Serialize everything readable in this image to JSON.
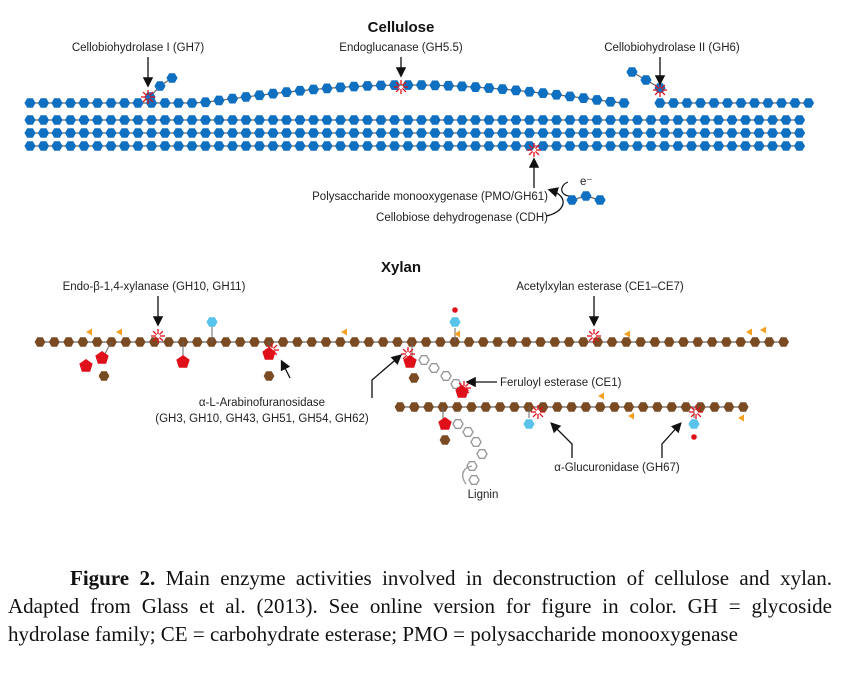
{
  "cellulose": {
    "title": "Cellulose",
    "enzymes": {
      "cbh1": "Cellobiohydrolase I (GH7)",
      "eg": "Endoglucanase (GH5.5)",
      "cbh2": "Cellobiohydrolase II (GH6)",
      "pmo": "Polysaccharide monooxygenase (PMO/GH61)",
      "cdh": "Cellobiose dehydrogenase (CDH)",
      "electron": "e⁻"
    }
  },
  "xylan": {
    "title": "Xylan",
    "enzymes": {
      "xylanase": "Endo-β-1,4-xylanase (GH10, GH11)",
      "acetyl": "Acetylxylan esterase (CE1–CE7)",
      "feruloyl": "Feruloyl esterase (CE1)",
      "arabino_line1": "α-L-Arabinofuranosidase",
      "arabino_line2": "(GH3, GH10, GH43, GH51, GH54, GH62)",
      "glucuronidase": "α-Glucuronidase (GH67)",
      "lignin": "Lignin"
    }
  },
  "colors": {
    "glucose": "#0f6fc0",
    "xylose": "#7a4a22",
    "arabinose": "#e0101a",
    "glucuronic": "#58c4ec",
    "acetyl": "#f5a020",
    "lignin": "#9a9a9a",
    "cleavage": "#e0101a"
  },
  "caption": {
    "label": "Figure 2.",
    "text": " Main enzyme activities involved in deconstruction of cellulose and xylan. Adapted from Glass et al. (2013). See online version for figure in color. GH = glycoside hydrolase family; CE = carbohydrate esterase; PMO = polysaccharide monooxygenase"
  }
}
